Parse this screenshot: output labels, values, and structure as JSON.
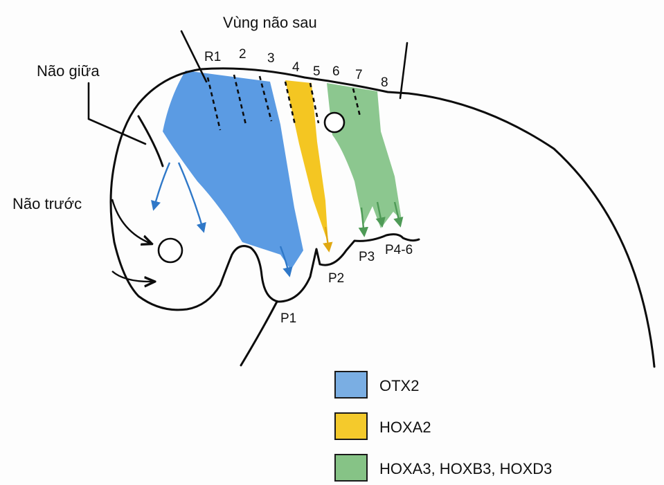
{
  "labels": {
    "hindbrain": "Vùng não sau",
    "midbrain": "Não giữa",
    "forebrain": "Não trước"
  },
  "rhombomeres": [
    "R1",
    "2",
    "3",
    "4",
    "5",
    "6",
    "7",
    "8"
  ],
  "arches": [
    "P1",
    "P2",
    "P3",
    "P4-6"
  ],
  "legend": [
    {
      "label": "OTX2",
      "color": "#7aaee3"
    },
    {
      "label": "HOXA2",
      "color": "#f4ca2c"
    },
    {
      "label": "HOXA3, HOXB3, HOXD3",
      "color": "#86c386"
    }
  ],
  "colors": {
    "otx2": "#5b9be3",
    "hoxa2": "#f4c622",
    "hox3": "#8cc78f"
  }
}
